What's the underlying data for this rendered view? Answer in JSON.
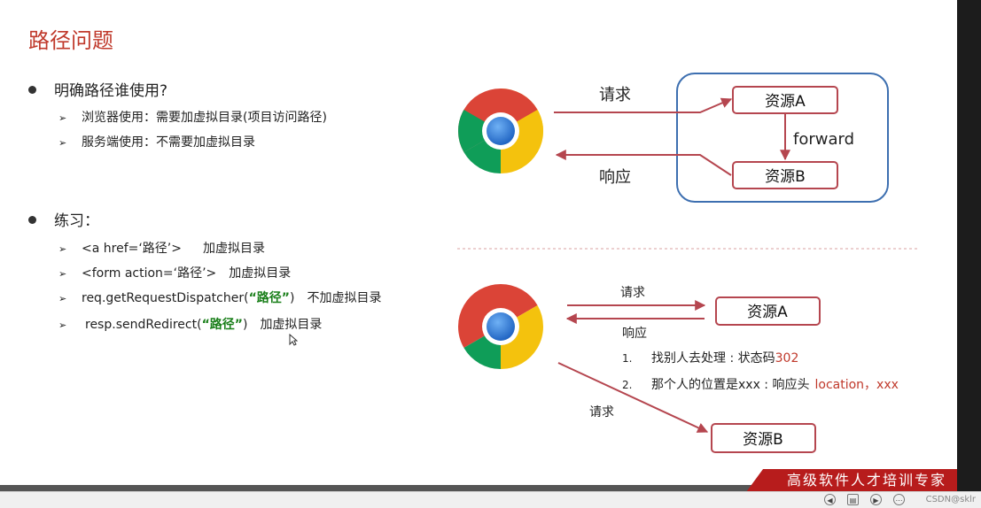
{
  "title": "路径问题",
  "bullets": [
    {
      "label": "明确路径谁使用?",
      "items": [
        {
          "text": "浏览器使用：需要加虚拟目录(项目访问路径)"
        },
        {
          "text": "服务端使用：不需要加虚拟目录"
        }
      ]
    },
    {
      "label": "练习：",
      "items": [
        {
          "pre": "<a href=‘路径’>",
          "note": "加虚拟目录"
        },
        {
          "pre": "<form action=‘路径’>",
          "note": "加虚拟目录"
        },
        {
          "pre": "req.getRequestDispatcher(",
          "highlight": "“路径”",
          "post": ")",
          "note": "不加虚拟目录"
        },
        {
          "pre": "resp.sendRedirect(",
          "highlight": "“路径”",
          "post": ")",
          "note": "加虚拟目录"
        }
      ]
    }
  ],
  "forward_diagram": {
    "request": "请求",
    "response": "响应",
    "resource_a": "资源A",
    "resource_b": "资源B",
    "forward": "forward"
  },
  "redirect_diagram": {
    "request1": "请求",
    "response": "响应",
    "resource_a": "资源A",
    "step1_num": "1.",
    "step1_text": "找别人去处理 : 状态码",
    "step1_code": "302",
    "step2_num": "2.",
    "step2_text": "那个人的位置是xxx : 响应头",
    "step2_value": "location，xxx",
    "request2": "请求",
    "resource_b": "资源B"
  },
  "brand": "高级软件人才培训专家",
  "watermark": "CSDN@sklr",
  "colors": {
    "title": "#c0392b",
    "arrow": "#b5464f",
    "container_border": "#3d6fb0",
    "highlight_green": "#1a7f1a",
    "brand_bg": "#b71c1c"
  },
  "icons": [
    "chrome-logo-icon",
    "chrome-logo-icon",
    "cursor-icon",
    "prev-icon",
    "notes-icon",
    "next-icon",
    "more-icon"
  ]
}
